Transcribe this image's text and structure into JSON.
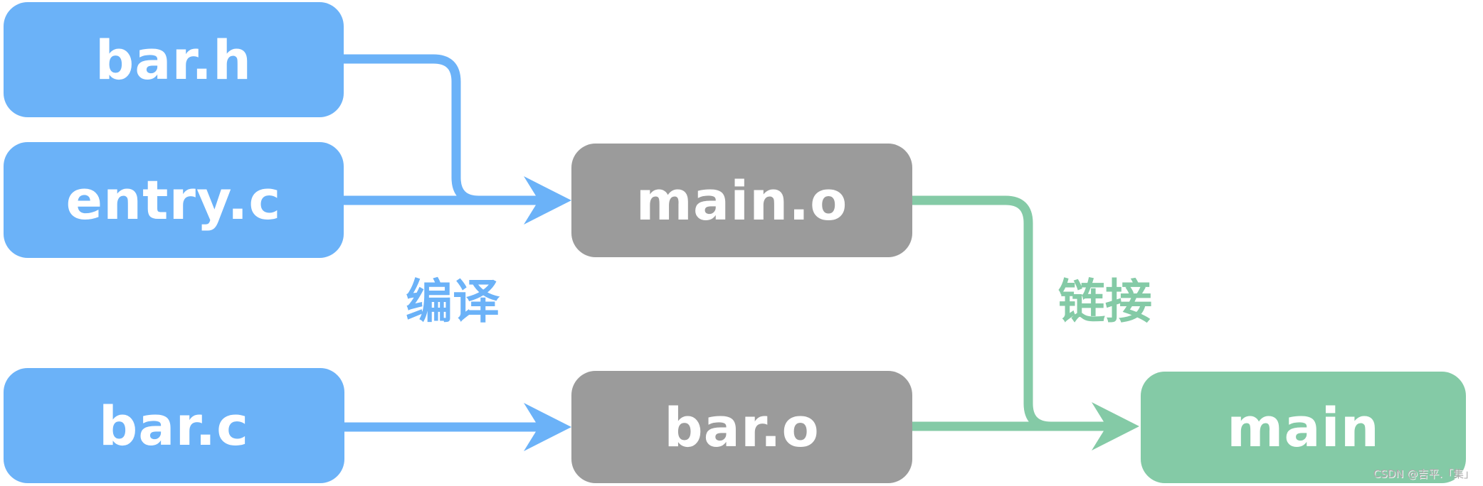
{
  "nodes": {
    "bar_h": {
      "label": "bar.h",
      "kind": "source-file"
    },
    "entry_c": {
      "label": "entry.c",
      "kind": "source-file"
    },
    "bar_c": {
      "label": "bar.c",
      "kind": "source-file"
    },
    "main_o": {
      "label": "main.o",
      "kind": "object-file"
    },
    "bar_o": {
      "label": "bar.o",
      "kind": "object-file"
    },
    "main": {
      "label": "main",
      "kind": "executable"
    }
  },
  "labels": {
    "compile": "编译",
    "link": "链接"
  },
  "edges": [
    {
      "from": "bar.h",
      "to": "main.o",
      "step": "编译"
    },
    {
      "from": "entry.c",
      "to": "main.o",
      "step": "编译"
    },
    {
      "from": "bar.c",
      "to": "bar.o",
      "step": "编译"
    },
    {
      "from": "main.o",
      "to": "main",
      "step": "链接"
    },
    {
      "from": "bar.o",
      "to": "main",
      "step": "链接"
    }
  ],
  "colors": {
    "source_blue": "#6bb2f8",
    "object_gray": "#9b9b9b",
    "output_green": "#84caa6",
    "node_text": "#ffffff",
    "watermark_gray": "#a9a9a9"
  },
  "watermark": {
    "text": "CSDN @吉平.「集」"
  }
}
